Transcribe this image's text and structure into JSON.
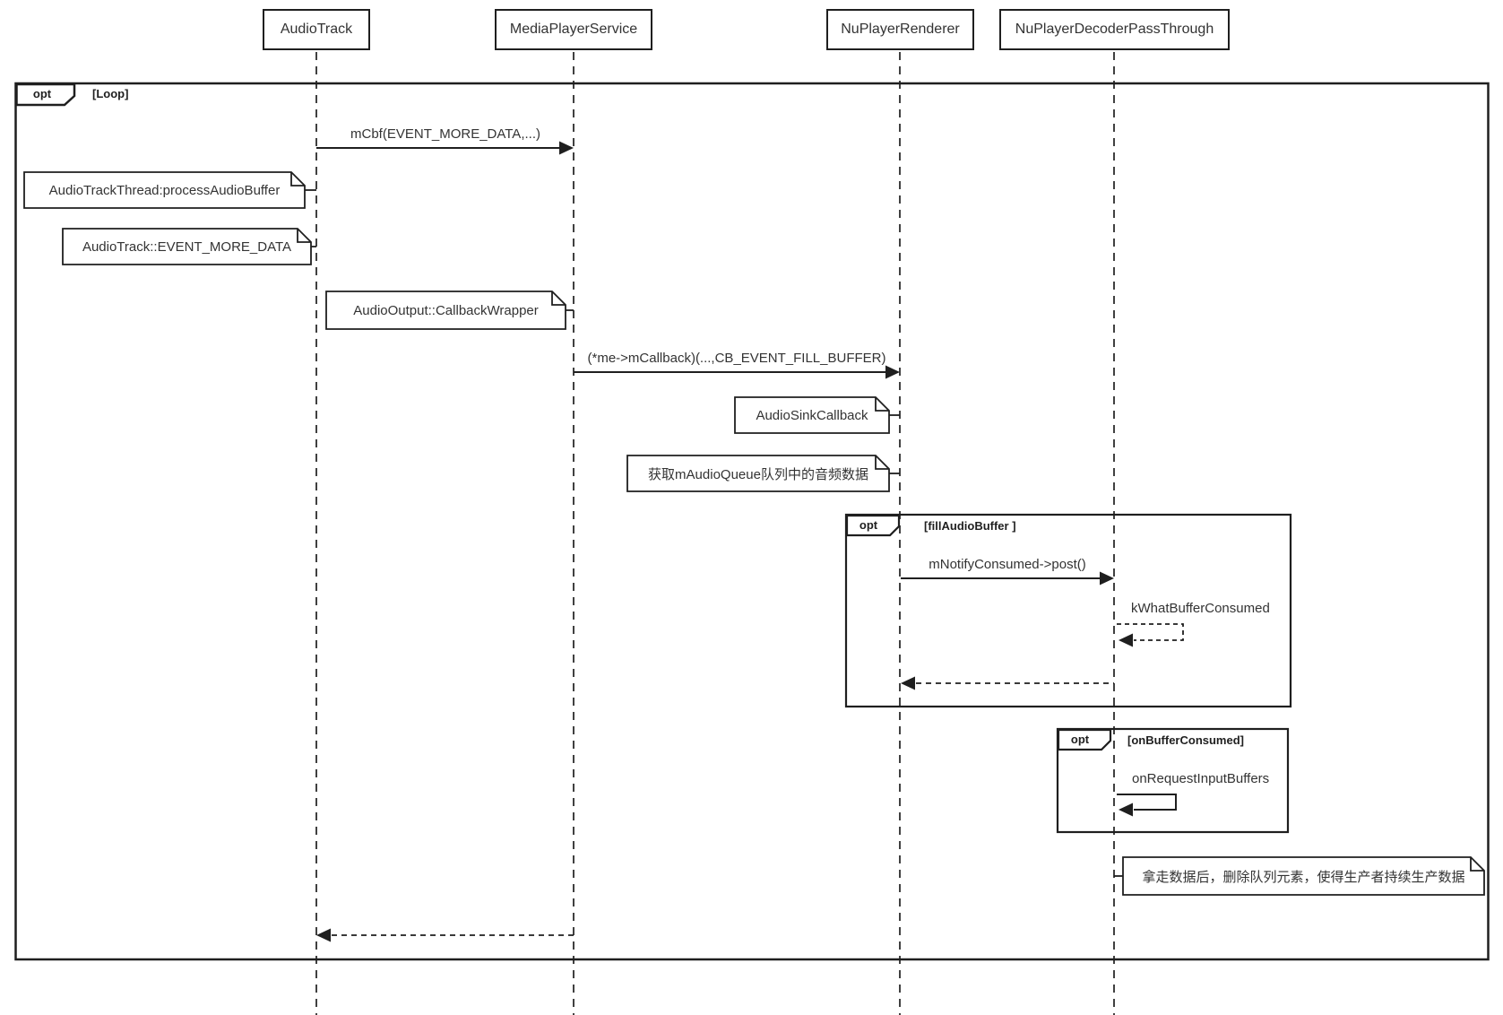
{
  "diagram_type": "uml-sequence-diagram",
  "actors": [
    {
      "label": "AudioTrack"
    },
    {
      "label": "MediaPlayerService"
    },
    {
      "label": "NuPlayerRenderer"
    },
    {
      "label": "NuPlayerDecoderPassThrough"
    }
  ],
  "frames": {
    "loop": {
      "operator": "opt",
      "condition": "[Loop]"
    },
    "fill_audio_buffer": {
      "operator": "opt",
      "condition": "[fillAudioBuffer ]"
    },
    "on_buffer_consumed": {
      "operator": "opt",
      "condition": "[onBufferConsumed]"
    }
  },
  "messages": {
    "mcbf": {
      "label": "mCbf(EVENT_MORE_DATA,...)",
      "from": "AudioTrack",
      "to": "MediaPlayerService",
      "type": "sync"
    },
    "mcallback": {
      "label": "(*me->mCallback)(...,CB_EVENT_FILL_BUFFER)",
      "from": "MediaPlayerService",
      "to": "NuPlayerRenderer",
      "type": "sync"
    },
    "mnotify_post": {
      "label": "mNotifyConsumed->post()",
      "from": "NuPlayerRenderer",
      "to": "NuPlayerDecoderPassThrough",
      "type": "sync"
    },
    "kwhat_buffer_consumed": {
      "label": "kWhatBufferConsumed",
      "from": "NuPlayerDecoderPassThrough",
      "to": "NuPlayerDecoderPassThrough",
      "type": "self-dashed"
    },
    "return_to_renderer": {
      "label": "",
      "from": "NuPlayerDecoderPassThrough",
      "to": "NuPlayerRenderer",
      "type": "return"
    },
    "onrequest_input_buffers": {
      "label": "onRequestInputBuffers",
      "from": "NuPlayerDecoderPassThrough",
      "to": "NuPlayerDecoderPassThrough",
      "type": "self"
    },
    "return_to_audiotrack": {
      "label": "",
      "from": "MediaPlayerService",
      "to": "AudioTrack",
      "type": "return"
    }
  },
  "notes": [
    {
      "text": "AudioTrackThread:processAudioBuffer",
      "attached_to": "AudioTrack"
    },
    {
      "text": "AudioTrack::EVENT_MORE_DATA",
      "attached_to": "AudioTrack"
    },
    {
      "text": "AudioOutput::CallbackWrapper",
      "attached_to": "MediaPlayerService"
    },
    {
      "text": "AudioSinkCallback",
      "attached_to": "NuPlayerRenderer"
    },
    {
      "text": "获取mAudioQueue队列中的音频数据",
      "attached_to": "NuPlayerRenderer"
    },
    {
      "text": "拿走数据后，删除队列元素，使得生产者持续生产数据",
      "attached_to": "NuPlayerDecoderPassThrough"
    }
  ],
  "colors": {
    "line": "#1f1f1f",
    "text": "#333333",
    "background": "#ffffff"
  }
}
